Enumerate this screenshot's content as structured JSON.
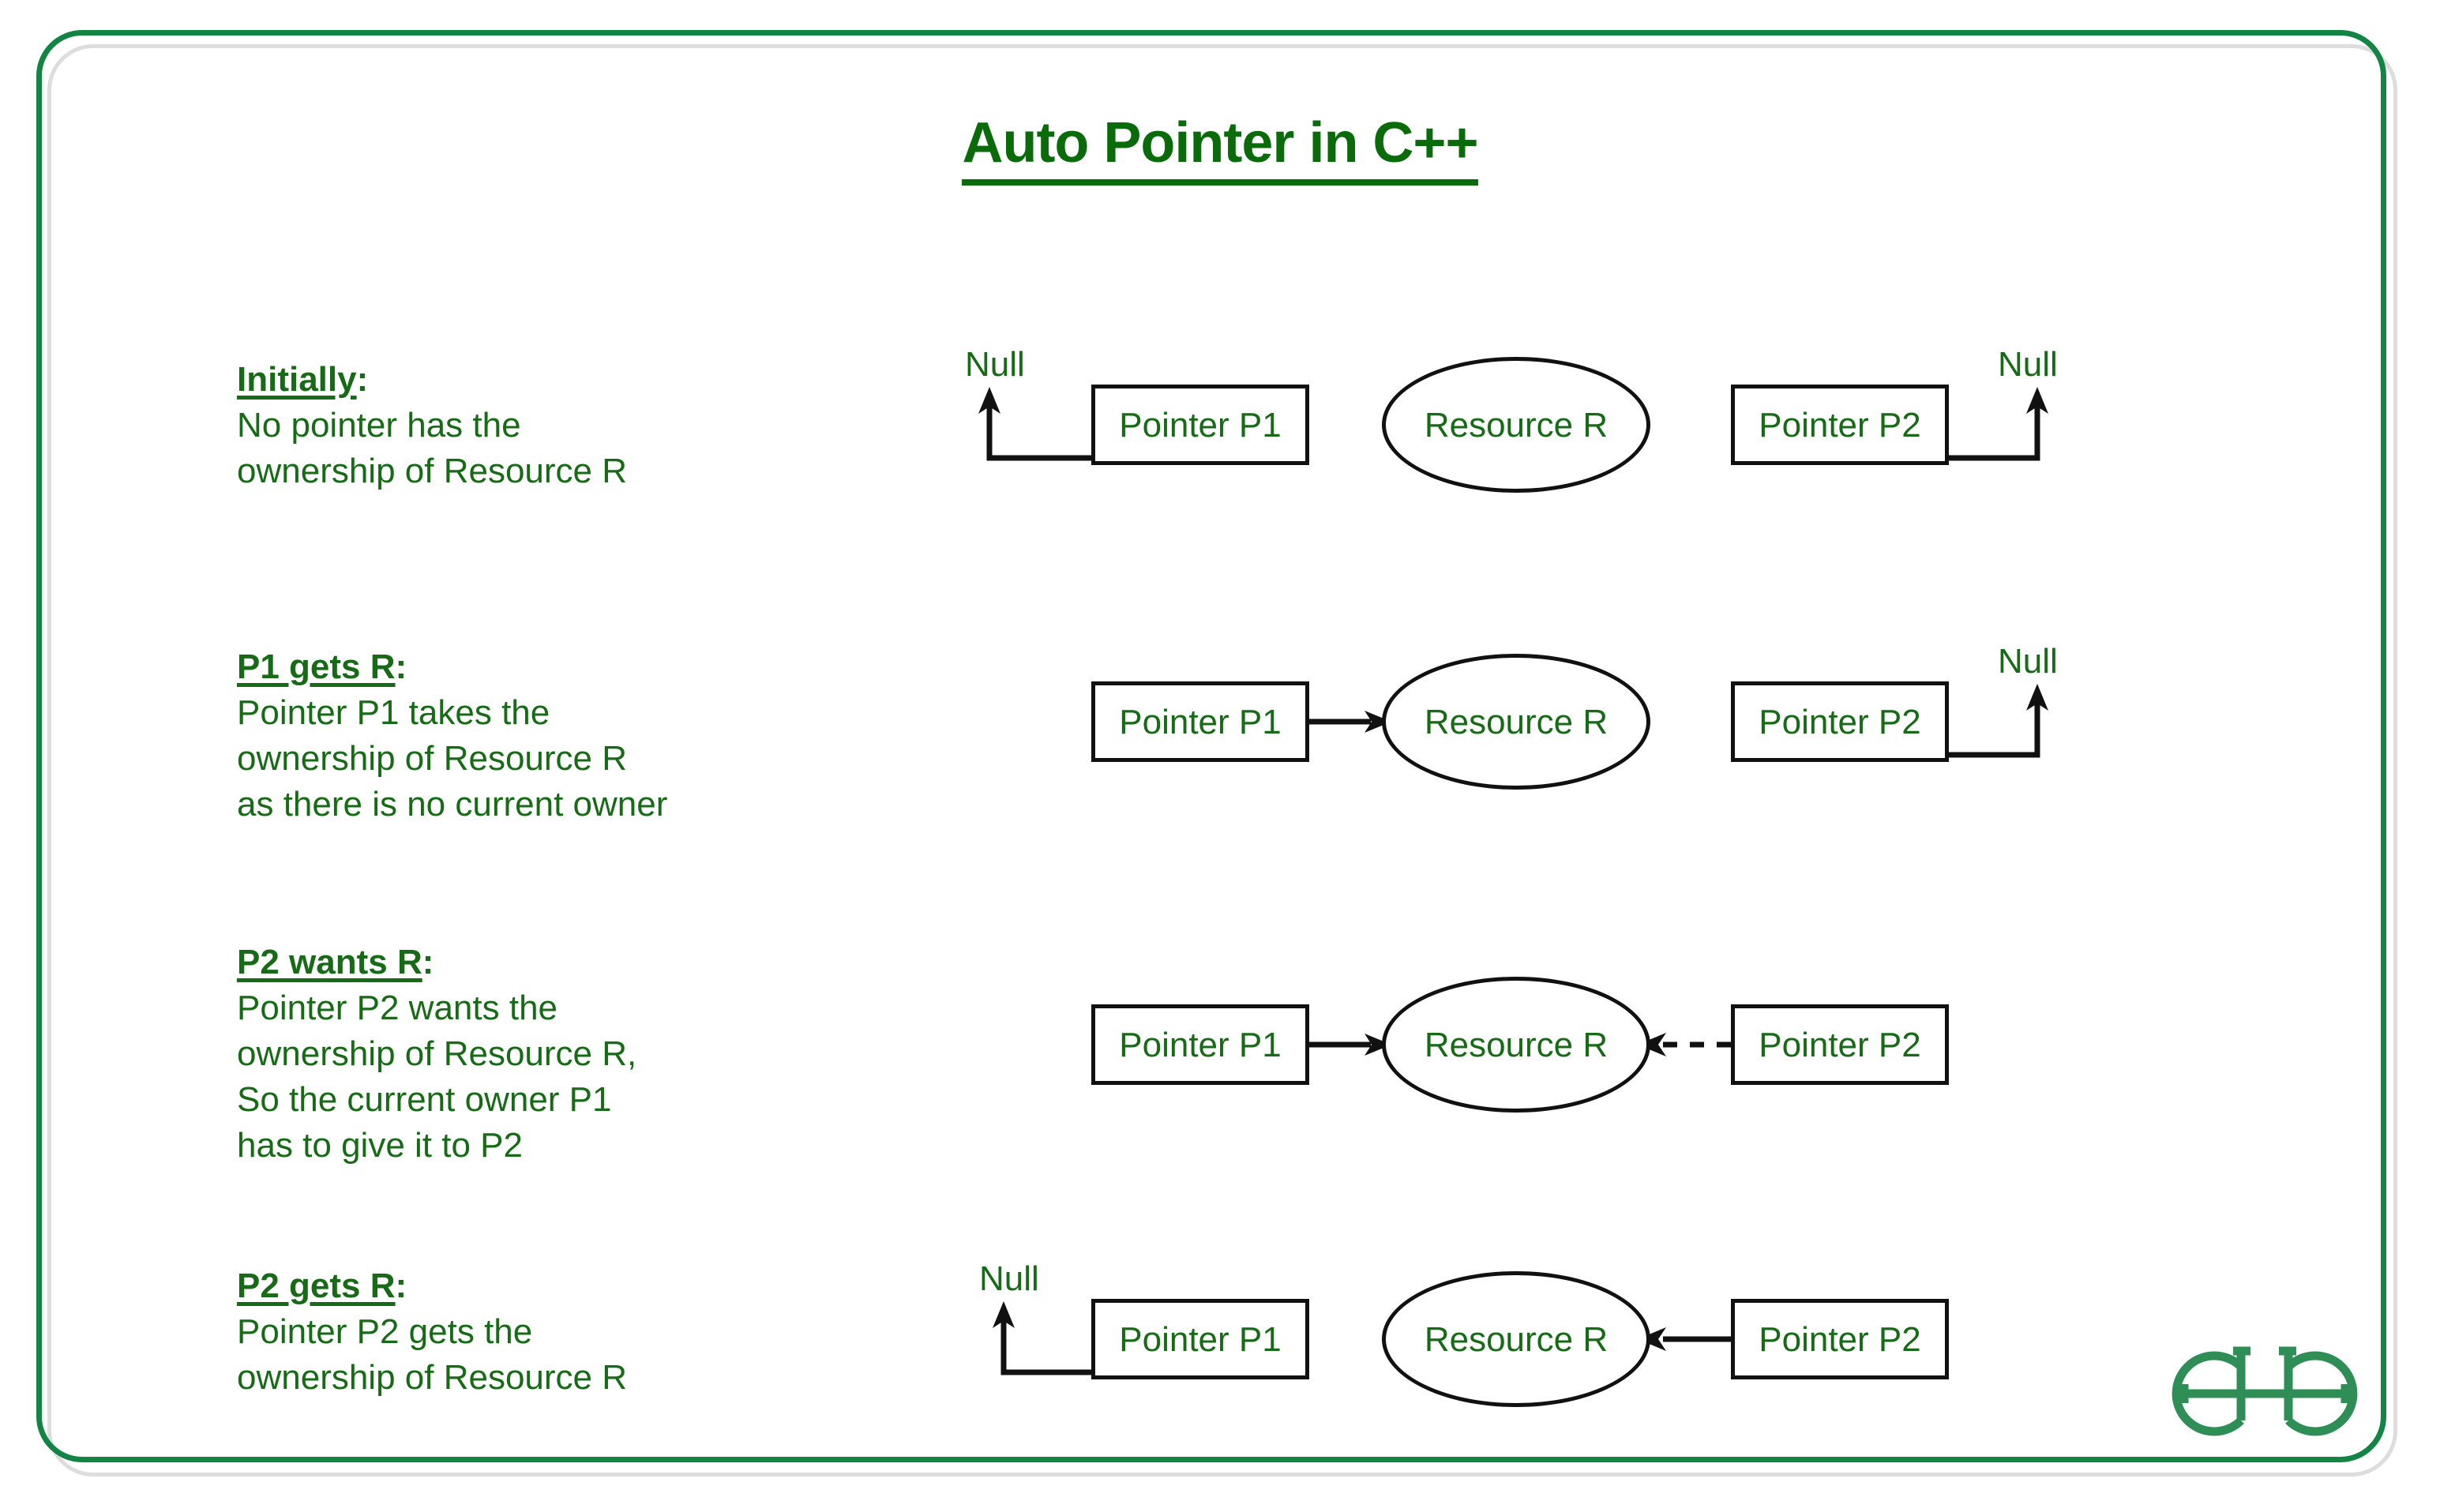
{
  "title": {
    "text": "Auto Pointer in C++"
  },
  "colors": {
    "frame_green": "#128444",
    "title_green": "#0a6b0a",
    "text_green": "#176b17",
    "stroke_black": "#111111",
    "logo_green": "#2f8d56"
  },
  "labels": {
    "pointer_p1": "Pointer P1",
    "pointer_p2": "Pointer P2",
    "resource_r": "Resource R",
    "null": "Null"
  },
  "steps": [
    {
      "heading": "Initially",
      "heading_suffix": ":",
      "lines": [
        "No pointer has the",
        "ownership of Resource R"
      ],
      "p1_target": "Null",
      "p2_target": "Null",
      "p1_arrow": "elbow-left-up",
      "p2_arrow": "elbow-right-up"
    },
    {
      "heading": "P1 gets R",
      "heading_suffix": ":",
      "lines": [
        "Pointer P1 takes the",
        "ownership of Resource R",
        "as there is no current owner"
      ],
      "p1_target": "Resource R",
      "p2_target": "Null",
      "p1_arrow": "solid-right",
      "p2_arrow": "elbow-right-up"
    },
    {
      "heading": "P2 wants R",
      "heading_suffix": ":",
      "lines": [
        "Pointer P2 wants the",
        "ownership of Resource R,",
        "So the current owner P1",
        "has to give it to P2"
      ],
      "p1_target": "Resource R",
      "p2_target": "Resource R",
      "p1_arrow": "solid-right",
      "p2_arrow": "dashed-left"
    },
    {
      "heading": "P2 gets R",
      "heading_suffix": ":",
      "lines": [
        "Pointer P2 gets the",
        "ownership of Resource R"
      ],
      "p1_target": "Null",
      "p2_target": "Resource R",
      "p1_arrow": "elbow-left-up",
      "p2_arrow": "solid-left"
    }
  ],
  "logo": {
    "name": "geeksforgeeks-logo"
  }
}
